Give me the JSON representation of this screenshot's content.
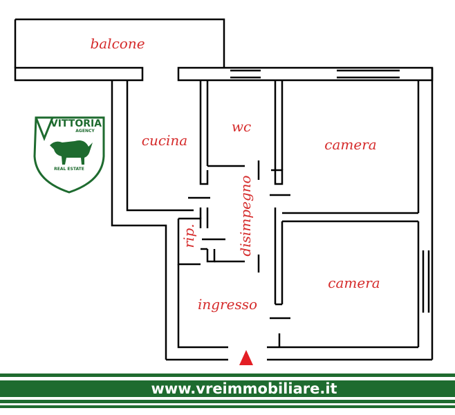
{
  "rooms": {
    "balcone": "balcone",
    "cucina": "cucina",
    "wc": "wc",
    "camera_top": "camera",
    "camera_bottom": "camera",
    "disimpegno": "disimpegno",
    "rip": "rip.",
    "ingresso": "ingresso"
  },
  "logo": {
    "brand": "VITTORIA",
    "agency": "AGENCY",
    "subtitle": "REAL ESTATE"
  },
  "footer": {
    "url": "www.vreimmobiliare.it"
  },
  "colors": {
    "wall": "#000000",
    "label": "#d52b2b",
    "brand_green": "#1e6b2f",
    "entrance": "#e31e24"
  },
  "icons": {
    "logo": "bull-shield-icon",
    "entrance": "entrance-arrow-icon"
  }
}
